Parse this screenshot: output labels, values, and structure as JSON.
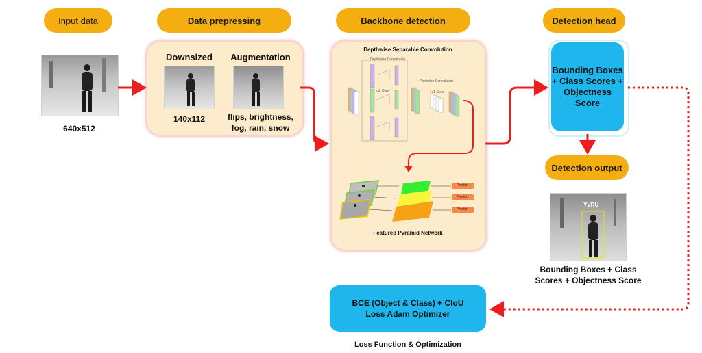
{
  "stages": {
    "input": "Input data",
    "preprocess": "Data prepressing",
    "backbone": "Backbone detection",
    "head": "Detection head",
    "output": "Detection output"
  },
  "input": {
    "size": "640x512"
  },
  "preprocess": {
    "downsized_title": "Downsized",
    "downsized_size": "140x112",
    "augmentation_title": "Augmentation",
    "augmentation_list": "flips, brightness, fog, rain, snow"
  },
  "backbone": {
    "dsc_title": "Depthwise Separable Convolution",
    "depthwise_label": "Depthwise Convolution",
    "kxk_label": "kxk Conv",
    "pointwise_label": "Pointwise Convolution",
    "onebyone_label": "1x1 Conv",
    "fpn_title": "Featured Pyramid Network",
    "predict_labels": [
      "Predict",
      "Predict",
      "Predict"
    ]
  },
  "head": {
    "text": "Bounding Boxes + Class Scores + Objectness Score"
  },
  "output": {
    "box_tag": "YVRU",
    "caption": "Bounding Boxes + Class Scores + Objectness Score"
  },
  "loss": {
    "box_text": "BCE (Object & Class) + CIoU Loss Adam Optimizer",
    "caption": "Loss Function & Optimization"
  },
  "colors": {
    "pill": "#f4ae12",
    "panel": "#fdeccb",
    "blue": "#1fb6ee",
    "arrow": "#ee1c1c"
  }
}
